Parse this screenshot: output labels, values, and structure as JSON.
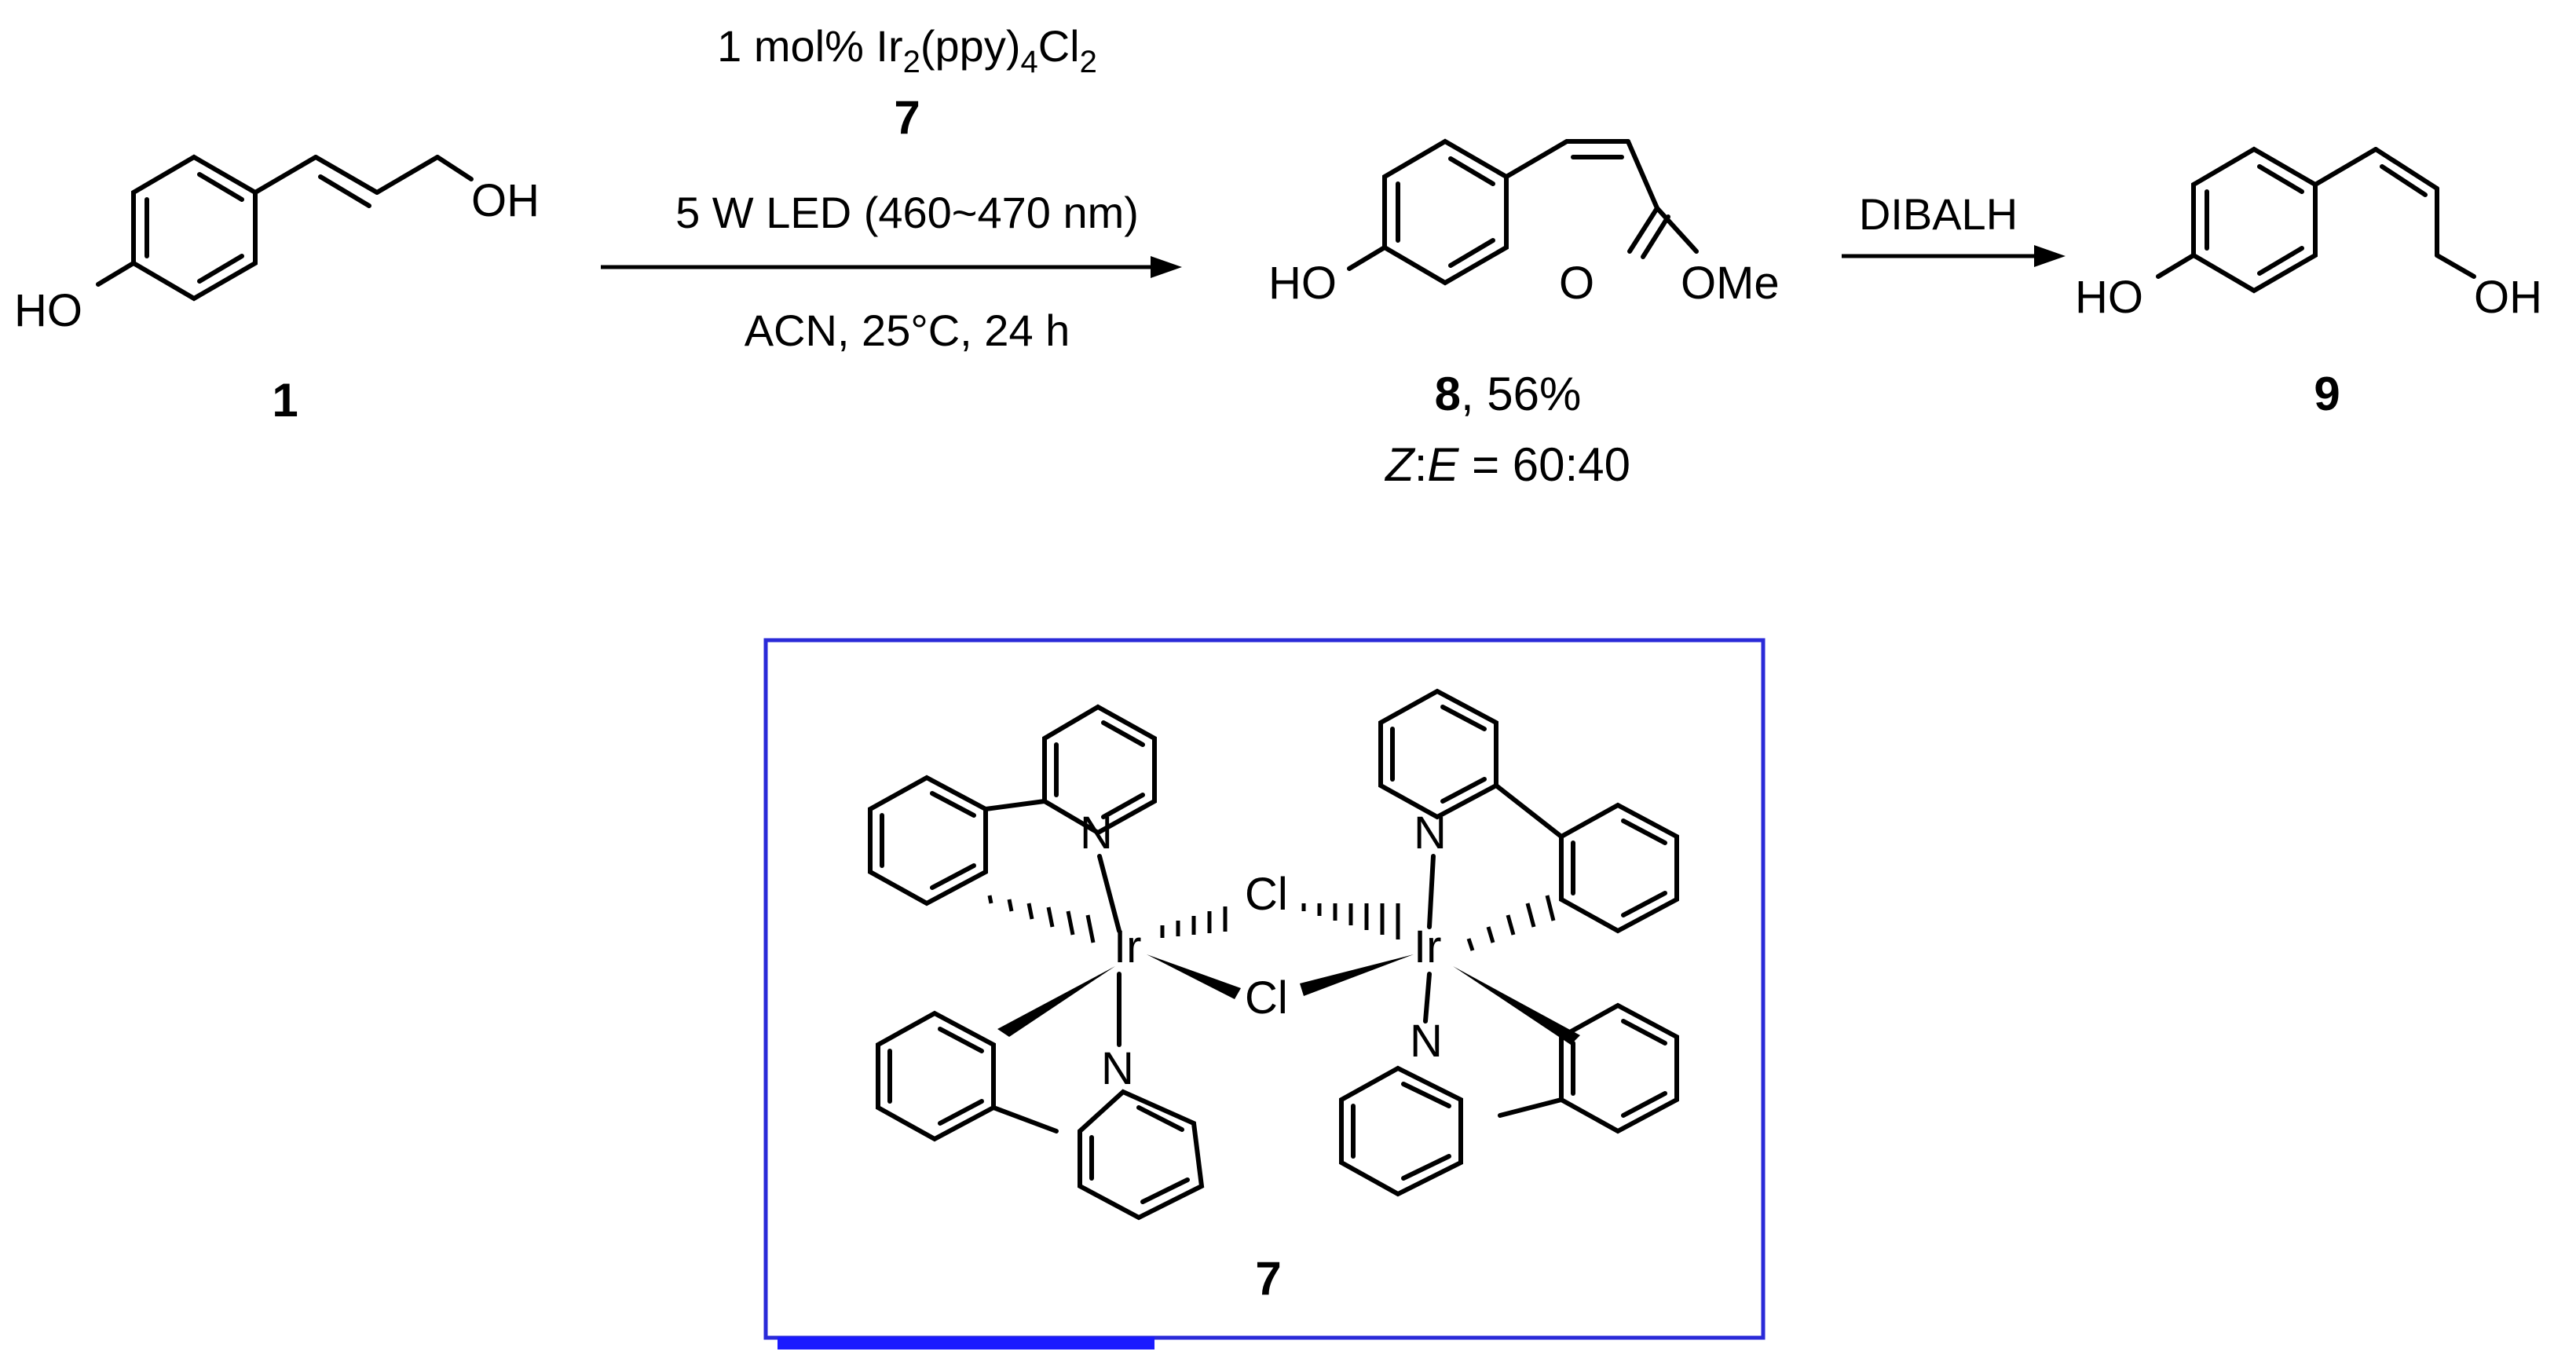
{
  "reaction": {
    "reagent_line1_prefix": "1 mol% Ir",
    "reagent_line1_sub1": "2",
    "reagent_line1_mid": "(ppy)",
    "reagent_line1_sub2": "4",
    "reagent_line1_cl": "Cl",
    "reagent_line1_sub3": "2",
    "reagent_catalyst_label": "7",
    "condition_light": "5 W LED (460~470 nm)",
    "condition_solvent": "ACN, 25°C, 24 h",
    "reagent_step2": "DIBALH"
  },
  "compound1": {
    "label": "1",
    "atom_ho": "HO",
    "atom_oh": "OH"
  },
  "compound8": {
    "label": "8",
    "yield": ", 56%",
    "ratio_z": "Z",
    "ratio_colon": ":",
    "ratio_e": "E",
    "ratio_value": " = 60:40",
    "atom_ho": "HO",
    "atom_o": "O",
    "atom_ome": "OMe"
  },
  "compound9": {
    "label": "9",
    "atom_ho": "HO",
    "atom_oh": "OH"
  },
  "catalyst_box": {
    "label": "7",
    "atom_ir": "Ir",
    "atom_cl": "Cl",
    "atom_n": "N",
    "border_color": "#2a2ad8",
    "underline_color": "#1a1aff"
  }
}
